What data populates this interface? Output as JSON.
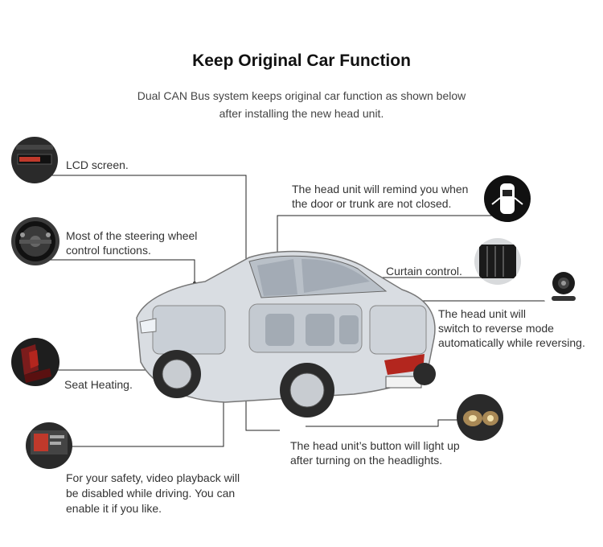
{
  "header": {
    "title": "Keep Original Car Function",
    "subtitle_line1": "Dual CAN Bus system keeps original car function as shown below",
    "subtitle_line2": "after installing the new head unit."
  },
  "features": {
    "lcd": {
      "label": "LCD screen.",
      "icon": "lcd-screen-icon"
    },
    "steering": {
      "line1": "Most of the steering wheel",
      "line2": "control functions.",
      "icon": "steering-wheel-icon"
    },
    "seat": {
      "label": "Seat Heating.",
      "icon": "seat-heating-icon"
    },
    "video": {
      "line1": "For your safety, video playback will",
      "line2": "be disabled while driving. You can",
      "line3": "enable it if you like.",
      "icon": "video-screen-icon"
    },
    "door": {
      "line1": "The head unit will remind you when",
      "line2": "the door or trunk are not closed.",
      "icon": "car-door-icon"
    },
    "curtain": {
      "label": "Curtain control.",
      "icon": "curtain-icon"
    },
    "reverse": {
      "line1": "The head unit will",
      "line2": "switch to reverse mode",
      "line3": "automatically while reversing.",
      "icon": "reverse-camera-icon"
    },
    "headlights": {
      "line1": "The head unit’s button will light up",
      "line2": "after turning on the headlights.",
      "icon": "headlight-icon"
    }
  },
  "colors": {
    "line": "#222222",
    "text": "#333333",
    "title": "#111111"
  }
}
